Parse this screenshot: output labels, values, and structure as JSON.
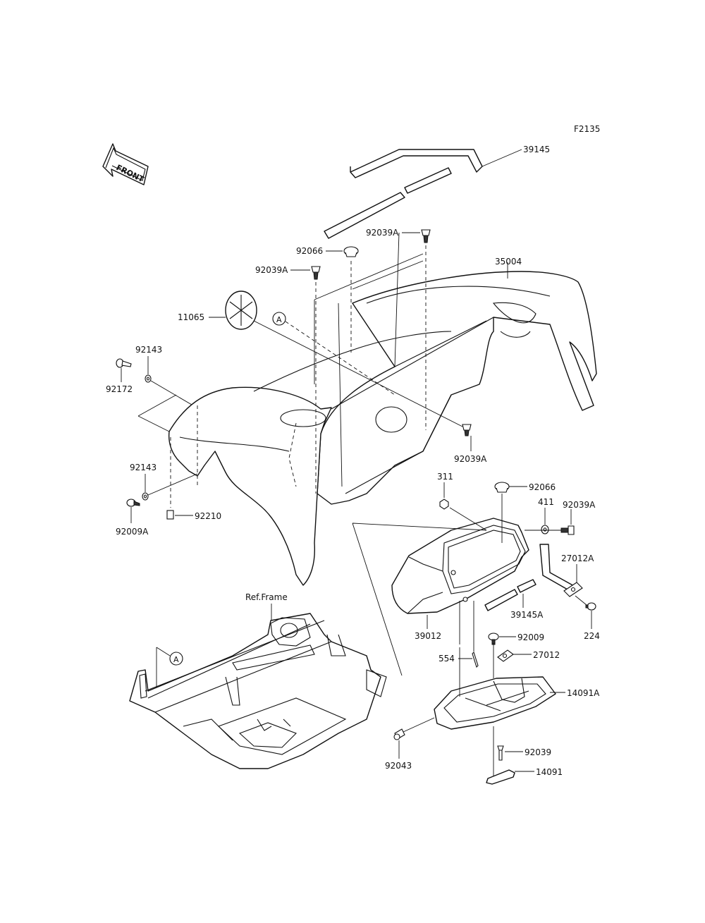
{
  "figure_code": "F2135",
  "front_label": "FRONT",
  "ref_label": "Ref.Frame",
  "callout_marker": "A",
  "part_labels": {
    "p39145": "39145",
    "p92039A_1": "92039A",
    "p92066_1": "92066",
    "p35004": "35004",
    "p92039A_2": "92039A",
    "p11065": "11065",
    "p92143_1": "92143",
    "p92172": "92172",
    "p92039A_3": "92039A",
    "p92143_2": "92143",
    "p92009A": "92009A",
    "p92210": "92210",
    "p311": "311",
    "p92066_2": "92066",
    "p411": "411",
    "p92039A_4": "92039A",
    "p27012A": "27012A",
    "p39145A": "39145A",
    "p224": "224",
    "p39012": "39012",
    "p92009": "92009",
    "p554": "554",
    "p27012": "27012",
    "p14091A": "14091A",
    "p92039": "92039",
    "p92043": "92043",
    "p14091": "14091"
  }
}
